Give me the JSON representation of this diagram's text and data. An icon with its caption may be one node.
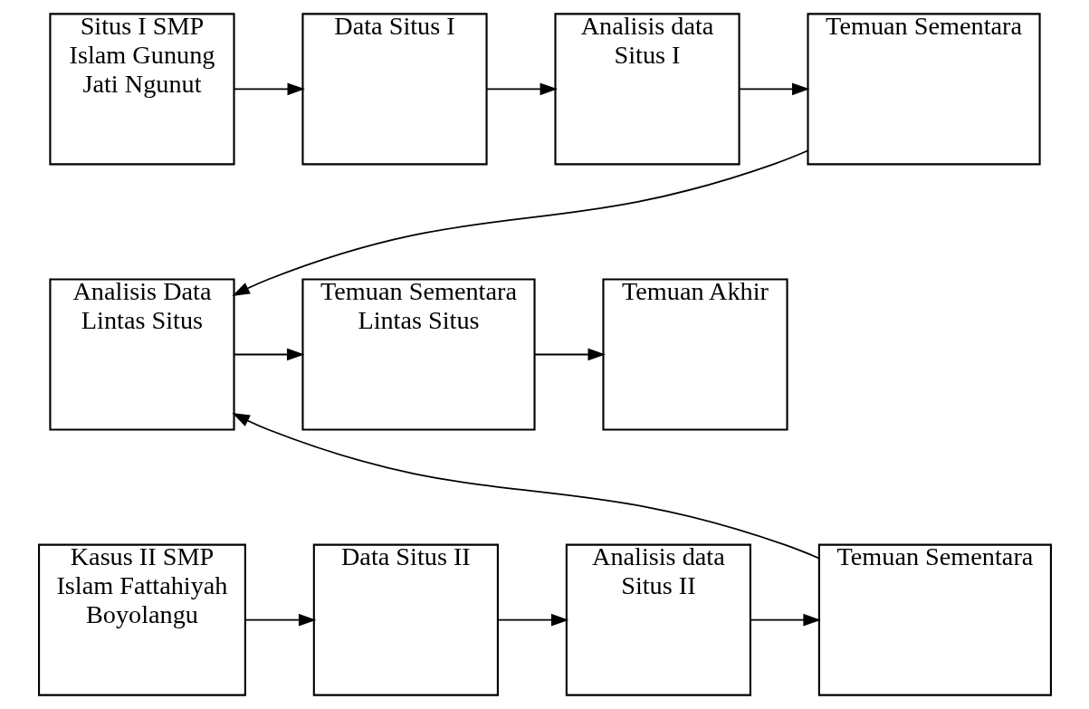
{
  "diagram": {
    "nodes": [
      {
        "text": [
          "Situs I SMP Islam Gunung Jati Ngunut"
        ]
      },
      {
        "text": [
          "Data Situs I"
        ]
      },
      {
        "text": [
          "Analisis data Situs I"
        ]
      },
      {
        "text": [
          "Temuan Sementara"
        ]
      },
      {
        "text": [
          "Analisis Data Lintas Situs"
        ]
      },
      {
        "text": [
          "Temuan Sementara Lintas Situs"
        ]
      },
      {
        "text": [
          "Temuan Akhir"
        ]
      },
      {
        "text": [
          "Kasus II SMP Islam Fattahiyah Boyolangu"
        ]
      },
      {
        "text": [
          "Data Situs II"
        ]
      },
      {
        "text": [
          "Analisis data Situs II"
        ]
      },
      {
        "text": [
          "Temuan Sementara"
        ]
      }
    ],
    "edges": [
      {
        "from": 0,
        "to": 1,
        "arrow": "to"
      },
      {
        "from": 1,
        "to": 2,
        "arrow": "to"
      },
      {
        "from": 2,
        "to": 3,
        "arrow": "to"
      },
      {
        "from": 3,
        "to": 4,
        "arrow": "to"
      },
      {
        "from": 4,
        "to": 5,
        "arrow": "to"
      },
      {
        "from": 5,
        "to": 6,
        "arrow": "to"
      },
      {
        "from": 7,
        "to": 8,
        "arrow": "to"
      },
      {
        "from": 8,
        "to": 9,
        "arrow": "to"
      },
      {
        "from": 9,
        "to": 10,
        "arrow": "to"
      },
      {
        "from": 10,
        "to": 4,
        "arrow": "to"
      }
    ]
  }
}
